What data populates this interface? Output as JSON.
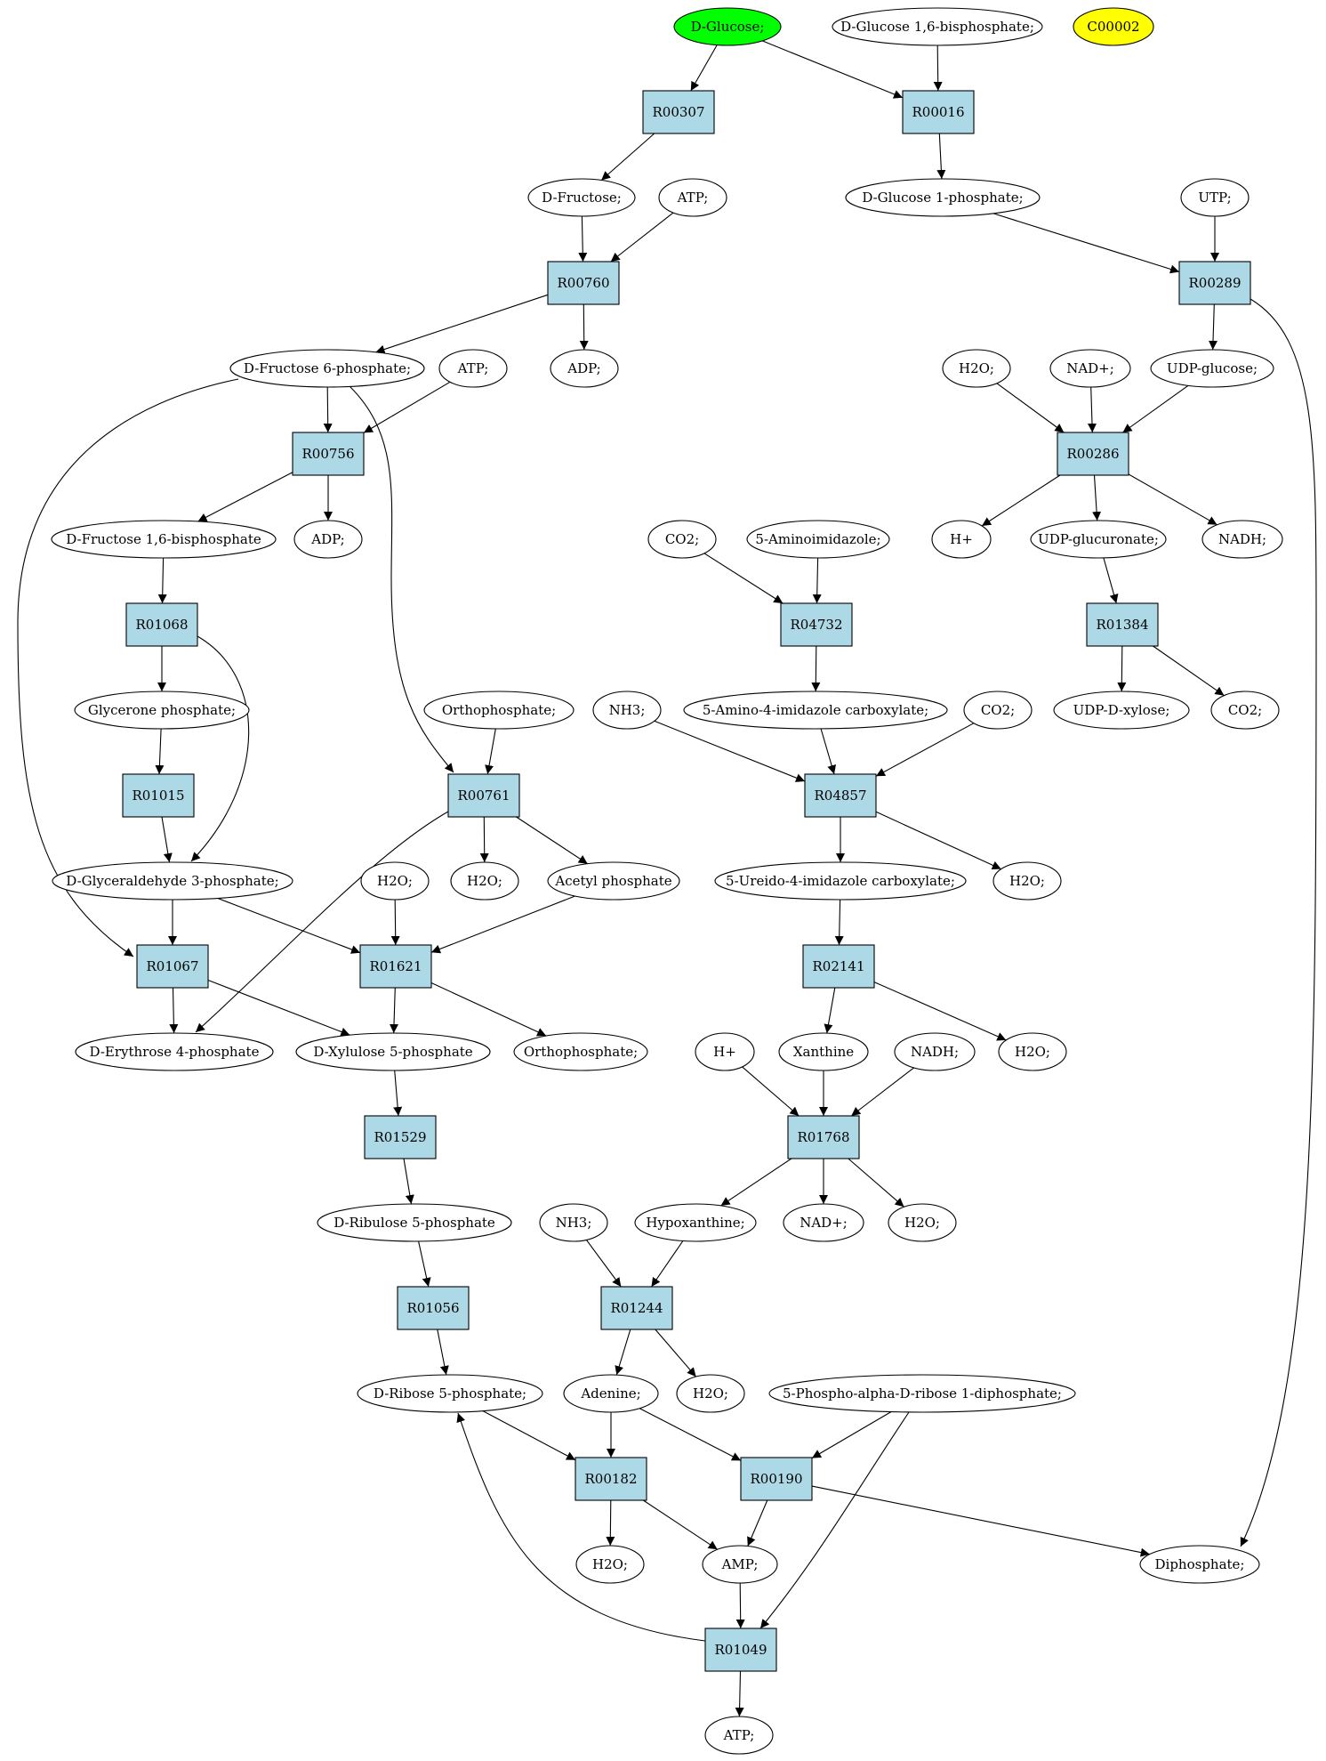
{
  "diagram": {
    "colors": {
      "reaction_fill": "#add8e6",
      "compound_fill": "#ffffff",
      "start_compound_fill": "#00ff00",
      "highlight_compound_fill": "#ffff00",
      "line": "#000000"
    },
    "nodes": [
      {
        "id": "c_glucose",
        "type": "compound",
        "label": "D-Glucose;",
        "fill": "start"
      },
      {
        "id": "c_glc16bp",
        "type": "compound",
        "label": "D-Glucose 1,6-bisphosphate;"
      },
      {
        "id": "c_c00002",
        "type": "compound",
        "label": "C00002",
        "fill": "highlight"
      },
      {
        "id": "r_R00307",
        "type": "reaction",
        "label": "R00307"
      },
      {
        "id": "r_R00016",
        "type": "reaction",
        "label": "R00016"
      },
      {
        "id": "c_fructose",
        "type": "compound",
        "label": "D-Fructose;"
      },
      {
        "id": "c_atp1",
        "type": "compound",
        "label": "ATP;"
      },
      {
        "id": "c_glc1p",
        "type": "compound",
        "label": "D-Glucose 1-phosphate;"
      },
      {
        "id": "c_utp",
        "type": "compound",
        "label": "UTP;"
      },
      {
        "id": "r_R00760",
        "type": "reaction",
        "label": "R00760"
      },
      {
        "id": "r_R00289",
        "type": "reaction",
        "label": "R00289"
      },
      {
        "id": "c_f6p",
        "type": "compound",
        "label": "D-Fructose 6-phosphate;"
      },
      {
        "id": "c_atp2",
        "type": "compound",
        "label": "ATP;"
      },
      {
        "id": "c_adp1",
        "type": "compound",
        "label": "ADP;"
      },
      {
        "id": "c_h2o_a",
        "type": "compound",
        "label": "H2O;"
      },
      {
        "id": "c_nad_a",
        "type": "compound",
        "label": "NAD+;"
      },
      {
        "id": "c_udpglc",
        "type": "compound",
        "label": "UDP-glucose;"
      },
      {
        "id": "r_R00756",
        "type": "reaction",
        "label": "R00756"
      },
      {
        "id": "r_R00286",
        "type": "reaction",
        "label": "R00286"
      },
      {
        "id": "c_fbp",
        "type": "compound",
        "label": "D-Fructose 1,6-bisphosphate"
      },
      {
        "id": "c_adp2",
        "type": "compound",
        "label": "ADP;"
      },
      {
        "id": "c_co2_a",
        "type": "compound",
        "label": "CO2;"
      },
      {
        "id": "c_aminoimid",
        "type": "compound",
        "label": "5-Aminoimidazole;"
      },
      {
        "id": "c_h_a",
        "type": "compound",
        "label": "H+"
      },
      {
        "id": "c_udpgluc",
        "type": "compound",
        "label": "UDP-glucuronate;"
      },
      {
        "id": "c_nadh_a",
        "type": "compound",
        "label": "NADH;"
      },
      {
        "id": "r_R01068",
        "type": "reaction",
        "label": "R01068"
      },
      {
        "id": "r_R04732",
        "type": "reaction",
        "label": "R04732"
      },
      {
        "id": "r_R01384",
        "type": "reaction",
        "label": "R01384"
      },
      {
        "id": "c_dhap",
        "type": "compound",
        "label": "Glycerone phosphate;"
      },
      {
        "id": "c_pi_a",
        "type": "compound",
        "label": "Orthophosphate;"
      },
      {
        "id": "c_nh3_a",
        "type": "compound",
        "label": "NH3;"
      },
      {
        "id": "c_aic",
        "type": "compound",
        "label": "5-Amino-4-imidazole carboxylate;"
      },
      {
        "id": "c_co2_b",
        "type": "compound",
        "label": "CO2;"
      },
      {
        "id": "c_udpxyl",
        "type": "compound",
        "label": "UDP-D-xylose;"
      },
      {
        "id": "c_co2_c",
        "type": "compound",
        "label": "CO2;"
      },
      {
        "id": "r_R01015",
        "type": "reaction",
        "label": "R01015"
      },
      {
        "id": "r_R00761",
        "type": "reaction",
        "label": "R00761"
      },
      {
        "id": "r_R04857",
        "type": "reaction",
        "label": "R04857"
      },
      {
        "id": "c_g3p",
        "type": "compound",
        "label": "D-Glyceraldehyde 3-phosphate;"
      },
      {
        "id": "c_h2o_b",
        "type": "compound",
        "label": "H2O;"
      },
      {
        "id": "c_h2o_c",
        "type": "compound",
        "label": "H2O;"
      },
      {
        "id": "c_acp",
        "type": "compound",
        "label": "Acetyl phosphate"
      },
      {
        "id": "c_uic",
        "type": "compound",
        "label": "5-Ureido-4-imidazole carboxylate;"
      },
      {
        "id": "c_h2o_d",
        "type": "compound",
        "label": "H2O;"
      },
      {
        "id": "r_R01067",
        "type": "reaction",
        "label": "R01067"
      },
      {
        "id": "r_R01621",
        "type": "reaction",
        "label": "R01621"
      },
      {
        "id": "r_R02141",
        "type": "reaction",
        "label": "R02141"
      },
      {
        "id": "c_e4p",
        "type": "compound",
        "label": "D-Erythrose 4-phosphate"
      },
      {
        "id": "c_xu5p",
        "type": "compound",
        "label": "D-Xylulose 5-phosphate"
      },
      {
        "id": "c_pi_b",
        "type": "compound",
        "label": "Orthophosphate;"
      },
      {
        "id": "c_h_b",
        "type": "compound",
        "label": "H+"
      },
      {
        "id": "c_xanthine",
        "type": "compound",
        "label": "Xanthine"
      },
      {
        "id": "c_nadh_b",
        "type": "compound",
        "label": "NADH;"
      },
      {
        "id": "c_h2o_e",
        "type": "compound",
        "label": "H2O;"
      },
      {
        "id": "r_R01529",
        "type": "reaction",
        "label": "R01529"
      },
      {
        "id": "r_R01768",
        "type": "reaction",
        "label": "R01768"
      },
      {
        "id": "c_ru5p",
        "type": "compound",
        "label": "D-Ribulose 5-phosphate"
      },
      {
        "id": "c_nh3_b",
        "type": "compound",
        "label": "NH3;"
      },
      {
        "id": "c_hypox",
        "type": "compound",
        "label": "Hypoxanthine;"
      },
      {
        "id": "c_nad_b",
        "type": "compound",
        "label": "NAD+;"
      },
      {
        "id": "c_h2o_f",
        "type": "compound",
        "label": "H2O;"
      },
      {
        "id": "r_R01056",
        "type": "reaction",
        "label": "R01056"
      },
      {
        "id": "r_R01244",
        "type": "reaction",
        "label": "R01244"
      },
      {
        "id": "c_r5p",
        "type": "compound",
        "label": "D-Ribose 5-phosphate;"
      },
      {
        "id": "c_adenine",
        "type": "compound",
        "label": "Adenine;"
      },
      {
        "id": "c_h2o_g",
        "type": "compound",
        "label": "H2O;"
      },
      {
        "id": "c_prpp",
        "type": "compound",
        "label": "5-Phospho-alpha-D-ribose 1-diphosphate;"
      },
      {
        "id": "r_R00182",
        "type": "reaction",
        "label": "R00182"
      },
      {
        "id": "r_R00190",
        "type": "reaction",
        "label": "R00190"
      },
      {
        "id": "c_h2o_h",
        "type": "compound",
        "label": "H2O;"
      },
      {
        "id": "c_amp",
        "type": "compound",
        "label": "AMP;"
      },
      {
        "id": "c_ppi",
        "type": "compound",
        "label": "Diphosphate;"
      },
      {
        "id": "r_R01049",
        "type": "reaction",
        "label": "R01049"
      },
      {
        "id": "c_atp3",
        "type": "compound",
        "label": "ATP;"
      }
    ],
    "edges": [
      {
        "from": "c_glucose",
        "to": "r_R00307"
      },
      {
        "from": "c_glucose",
        "to": "r_R00016"
      },
      {
        "from": "c_glc16bp",
        "to": "r_R00016"
      },
      {
        "from": "r_R00307",
        "to": "c_fructose"
      },
      {
        "from": "r_R00016",
        "to": "c_glc1p"
      },
      {
        "from": "c_fructose",
        "to": "r_R00760"
      },
      {
        "from": "c_atp1",
        "to": "r_R00760"
      },
      {
        "from": "c_glc1p",
        "to": "r_R00289"
      },
      {
        "from": "c_utp",
        "to": "r_R00289"
      },
      {
        "from": "r_R00760",
        "to": "c_f6p"
      },
      {
        "from": "r_R00760",
        "to": "c_adp1"
      },
      {
        "from": "r_R00289",
        "to": "c_udpglc"
      },
      {
        "from": "r_R00289",
        "to": "c_ppi"
      },
      {
        "from": "c_f6p",
        "to": "r_R00756"
      },
      {
        "from": "c_atp2",
        "to": "r_R00756"
      },
      {
        "from": "c_f6p",
        "to": "r_R00761"
      },
      {
        "from": "c_f6p",
        "to": "r_R01067"
      },
      {
        "from": "c_h2o_a",
        "to": "r_R00286"
      },
      {
        "from": "c_nad_a",
        "to": "r_R00286"
      },
      {
        "from": "c_udpglc",
        "to": "r_R00286"
      },
      {
        "from": "r_R00756",
        "to": "c_fbp"
      },
      {
        "from": "r_R00756",
        "to": "c_adp2"
      },
      {
        "from": "r_R00286",
        "to": "c_h_a"
      },
      {
        "from": "r_R00286",
        "to": "c_udpgluc"
      },
      {
        "from": "r_R00286",
        "to": "c_nadh_a"
      },
      {
        "from": "c_co2_a",
        "to": "r_R04732"
      },
      {
        "from": "c_aminoimid",
        "to": "r_R04732"
      },
      {
        "from": "c_fbp",
        "to": "r_R01068"
      },
      {
        "from": "c_udpgluc",
        "to": "r_R01384"
      },
      {
        "from": "r_R01068",
        "to": "c_dhap"
      },
      {
        "from": "r_R01068",
        "to": "c_g3p"
      },
      {
        "from": "r_R04732",
        "to": "c_aic"
      },
      {
        "from": "r_R01384",
        "to": "c_udpxyl"
      },
      {
        "from": "r_R01384",
        "to": "c_co2_c"
      },
      {
        "from": "c_dhap",
        "to": "r_R01015"
      },
      {
        "from": "c_pi_a",
        "to": "r_R00761"
      },
      {
        "from": "c_nh3_a",
        "to": "r_R04857"
      },
      {
        "from": "c_aic",
        "to": "r_R04857"
      },
      {
        "from": "c_co2_b",
        "to": "r_R04857"
      },
      {
        "from": "r_R01015",
        "to": "c_g3p"
      },
      {
        "from": "r_R00761",
        "to": "c_e4p"
      },
      {
        "from": "r_R00761",
        "to": "c_h2o_c"
      },
      {
        "from": "r_R00761",
        "to": "c_acp"
      },
      {
        "from": "r_R04857",
        "to": "c_uic"
      },
      {
        "from": "r_R04857",
        "to": "c_h2o_d"
      },
      {
        "from": "c_g3p",
        "to": "r_R01067"
      },
      {
        "from": "c_g3p",
        "to": "r_R01621"
      },
      {
        "from": "c_h2o_b",
        "to": "r_R01621"
      },
      {
        "from": "c_acp",
        "to": "r_R01621"
      },
      {
        "from": "c_uic",
        "to": "r_R02141"
      },
      {
        "from": "r_R01067",
        "to": "c_e4p"
      },
      {
        "from": "r_R01067",
        "to": "c_xu5p"
      },
      {
        "from": "r_R01621",
        "to": "c_xu5p"
      },
      {
        "from": "r_R01621",
        "to": "c_pi_b"
      },
      {
        "from": "r_R02141",
        "to": "c_xanthine"
      },
      {
        "from": "r_R02141",
        "to": "c_h2o_e"
      },
      {
        "from": "c_xu5p",
        "to": "r_R01529"
      },
      {
        "from": "c_h_b",
        "to": "r_R01768"
      },
      {
        "from": "c_xanthine",
        "to": "r_R01768"
      },
      {
        "from": "c_nadh_b",
        "to": "r_R01768"
      },
      {
        "from": "r_R01529",
        "to": "c_ru5p"
      },
      {
        "from": "r_R01768",
        "to": "c_hypox"
      },
      {
        "from": "r_R01768",
        "to": "c_nad_b"
      },
      {
        "from": "r_R01768",
        "to": "c_h2o_f"
      },
      {
        "from": "c_ru5p",
        "to": "r_R01056"
      },
      {
        "from": "c_nh3_b",
        "to": "r_R01244"
      },
      {
        "from": "c_hypox",
        "to": "r_R01244"
      },
      {
        "from": "r_R01056",
        "to": "c_r5p"
      },
      {
        "from": "r_R01244",
        "to": "c_adenine"
      },
      {
        "from": "r_R01244",
        "to": "c_h2o_g"
      },
      {
        "from": "c_r5p",
        "to": "r_R00182"
      },
      {
        "from": "c_adenine",
        "to": "r_R00182"
      },
      {
        "from": "c_adenine",
        "to": "r_R00190"
      },
      {
        "from": "c_prpp",
        "to": "r_R00190"
      },
      {
        "from": "c_prpp",
        "to": "r_R01049"
      },
      {
        "from": "r_R00182",
        "to": "c_h2o_h"
      },
      {
        "from": "r_R00182",
        "to": "c_amp"
      },
      {
        "from": "r_R00190",
        "to": "c_amp"
      },
      {
        "from": "r_R00190",
        "to": "c_ppi"
      },
      {
        "from": "c_amp",
        "to": "r_R01049"
      },
      {
        "from": "r_R01049",
        "to": "c_r5p"
      },
      {
        "from": "r_R01049",
        "to": "c_atp3"
      }
    ]
  }
}
